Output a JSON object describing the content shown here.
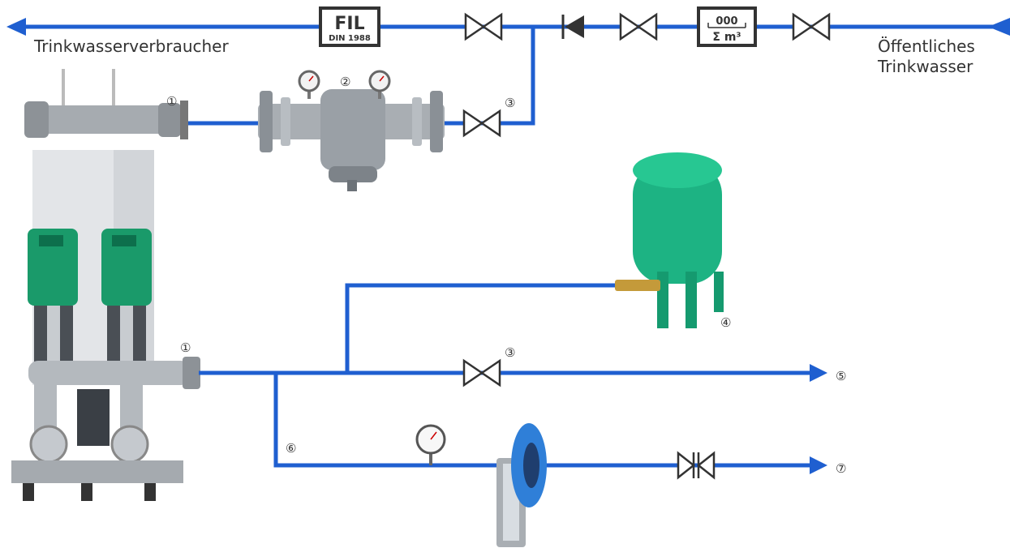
{
  "labels": {
    "consumer": "Trinkwasserverbraucher",
    "public_line1": "Öffentliches",
    "public_line2": "Trinkwasser"
  },
  "filter_box": {
    "title": "FIL",
    "sub": "DIN 1988"
  },
  "meter_box": {
    "digits": "000",
    "unit": "Σ m³"
  },
  "callouts": {
    "n1": "①",
    "n2": "②",
    "n3": "③",
    "n4": "④",
    "n5": "⑤",
    "n6": "⑥",
    "n7": "⑦"
  },
  "colors": {
    "pipe": "#1f5fd0",
    "pump_green": "#1a9a6a",
    "tank_green": "#1db383",
    "steel": "#9aa0a6",
    "flowmeter_blue": "#2f7fd8"
  }
}
